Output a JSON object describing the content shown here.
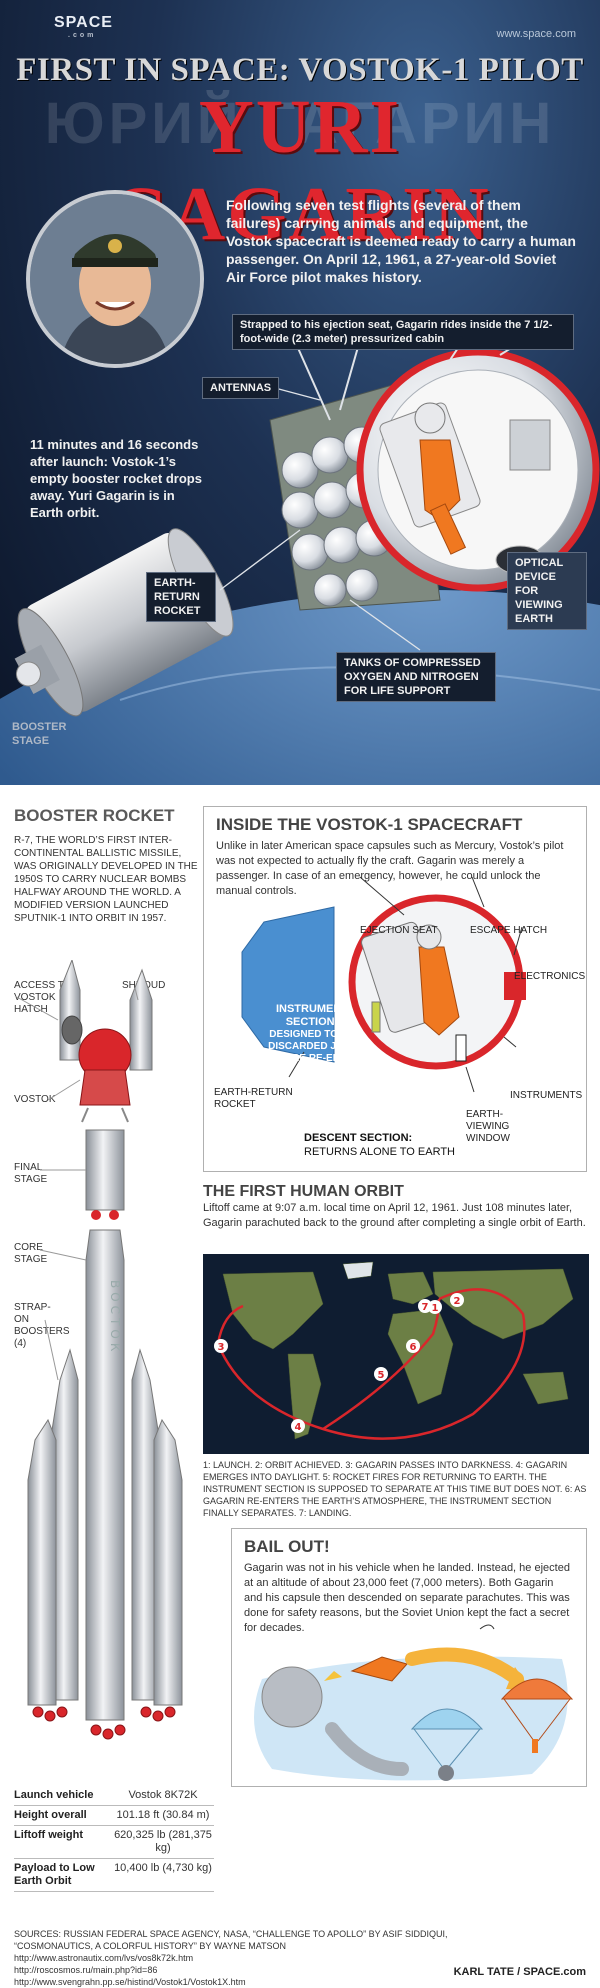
{
  "header": {
    "logo": "SPACE",
    "logo_sub": ".com",
    "site": "www.space.com",
    "title": "FIRST IN SPACE: VOSTOK-1 PILOT",
    "name": "YURI GAGARIN",
    "russian": "ЮРИЙ ГАГАРИН"
  },
  "hero": {
    "intro": "Following seven test flights (several of them failures) carrying animals and equipment, the Vostok spacecraft is deemed ready to carry a human passenger. On April 12, 1961, a 27-year-old Soviet Air Force pilot makes history.",
    "cabin_callout": "Strapped to his ejection seat, Gagarin rides inside the 7 1/2-foot-wide (2.3 meter) pressurized cabin",
    "antennas": "ANTENNAS",
    "orbit_note": "11 minutes and 16 seconds after launch: Vostok-1’s empty booster rocket drops away. Yuri Gagarin is in Earth orbit.",
    "earth_return": "EARTH-RETURN ROCKET",
    "optical": "OPTICAL DEVICE FOR VIEWING EARTH",
    "tanks": "TANKS OF COMPRESSED OXYGEN AND NITROGEN FOR LIFE SUPPORT",
    "booster_stage": "BOOSTER STAGE"
  },
  "booster": {
    "title": "BOOSTER ROCKET",
    "text": "R-7, the world’s first inter-continental ballistic missile, was originally developed in the 1950s to carry nuclear bombs halfway around the world. A modified version launched Sputnik-1 into orbit in 1957.",
    "labels": {
      "access": "ACCESS TO VOSTOK HATCH",
      "shroud": "SHROUD",
      "vostok": "VOSTOK",
      "final": "FINAL STAGE",
      "core": "CORE STAGE",
      "strapon": "STRAP-ON BOOSTERS (4)",
      "rocket_text": "ВОСТОК"
    }
  },
  "specs": [
    {
      "k": "Launch vehicle",
      "v": "Vostok 8K72K"
    },
    {
      "k": "Height overall",
      "v": "101.18 ft (30.84 m)"
    },
    {
      "k": "Liftoff weight",
      "v": "620,325 lb (281,375 kg)"
    },
    {
      "k": "Payload to Low Earth Orbit",
      "v": "10,400 lb (4,730 kg)"
    }
  ],
  "inside": {
    "title": "INSIDE THE VOSTOK-1 SPACECRAFT",
    "text": "Unlike in later American space capsules such as Mercury, Vostok’s pilot was not expected to actually fly the craft. Gagarin was merely a passenger. In case of an emergency, however, he could unlock the manual controls.",
    "ejection": "EJECTION SEAT",
    "hatch": "ESCAPE HATCH",
    "electronics": "ELECTRONICS",
    "instrument_title": "INSTRUMENT SECTION:",
    "instrument_text": "DESIGNED TO BE DISCARDED JUST BEFORE RE-ENTRY",
    "instruments": "INSTRUMENTS",
    "earth_return": "EARTH-RETURN ROCKET",
    "window": "EARTH-VIEWING WINDOW",
    "descent_title": "DESCENT SECTION:",
    "descent_text": "RETURNS ALONE TO EARTH"
  },
  "orbit": {
    "title": "THE FIRST HUMAN ORBIT",
    "text": "Liftoff came at 9:07 a.m. local time on April 12, 1961. Just 108 minutes later, Gagarin parachuted back to the ground after completing a single orbit of Earth.",
    "markers": [
      "1",
      "2",
      "3",
      "4",
      "5",
      "6",
      "7"
    ],
    "caption": "1: Launch. 2: Orbit achieved. 3: Gagarin passes into darkness. 4: Gagarin emerges into daylight. 5: Rocket fires for returning to Earth. The instrument section is supposed to separate at this time but does not. 6: As Gagarin re-enters the Earth’s atmosphere, the instrument section finally separates. 7: Landing."
  },
  "bailout": {
    "title": "BAIL OUT!",
    "text": "Gagarin was not in his vehicle when he landed. Instead, he ejected at an altitude of about 23,000 feet (7,000 meters). Both Gagarin and his capsule then descended on separate parachutes. This was done for safety reasons, but the Soviet Union kept the fact a secret for decades."
  },
  "footer": {
    "sources_1": "SOURCES: RUSSIAN FEDERAL SPACE AGENCY, NASA, “CHALLENGE TO APOLLO” BY ASIF SIDDIQUI, “COSMONAUTICS, A COLORFUL HISTORY” BY WAYNE MATSON",
    "url_1": "http://www.astronautix.com/lvs/vos8k72k.htm",
    "url_2": "http://roscosmos.ru/main.php?id=86",
    "url_3": "http://www.svengrahn.pp.se/histind/Vostok1/Vostok1X.htm",
    "credit": "KARL TATE / SPACE.com"
  },
  "colors": {
    "accent": "#e0262e",
    "hero_bg": "#1d3152",
    "cabin_blue": "#4a8fd0",
    "sphere_red": "#d9262b"
  }
}
